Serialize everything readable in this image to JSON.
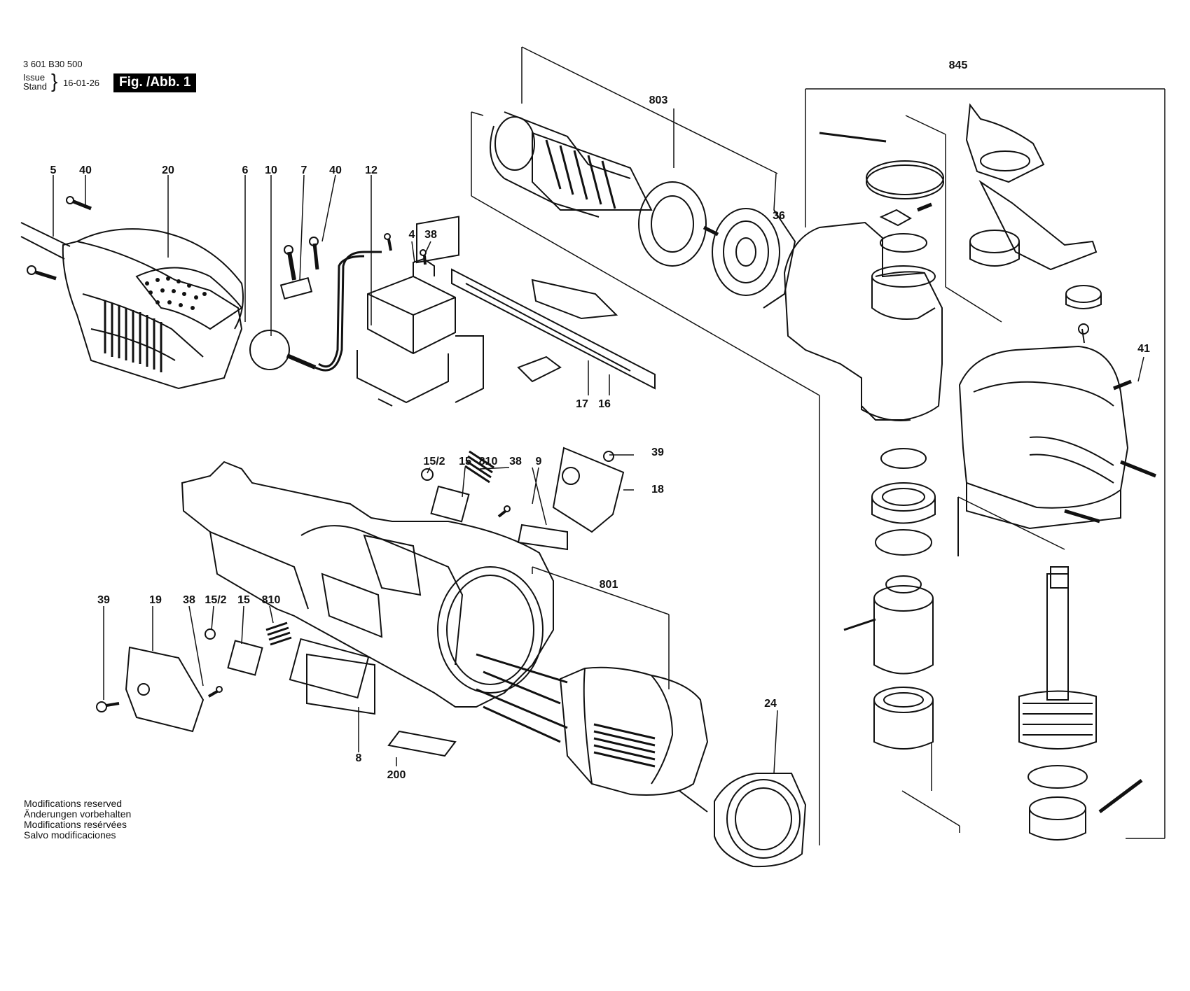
{
  "header": {
    "doc_number": "3 601 B30 500",
    "issue_word": "Issue",
    "stand_word": "Stand",
    "date": "16-01-26",
    "figure": "Fig. /Abb. 1"
  },
  "notes": [
    "Modifications reserved",
    "Änderungen vorbehalten",
    "Modifications resérvées",
    "Salvo modificaciones"
  ],
  "callouts": {
    "p5": "5",
    "p40a": "40",
    "p20": "20",
    "p6": "6",
    "p10": "10",
    "p7": "7",
    "p40b": "40",
    "p12": "12",
    "p4": "4",
    "p38a": "38",
    "p803": "803",
    "p36": "36",
    "p845": "845",
    "p41": "41",
    "p17": "17",
    "p16": "16",
    "p15_2a": "15/2",
    "p15a": "15",
    "p810a": "810",
    "p38b": "38",
    "p9": "9",
    "p39a": "39",
    "p18": "18",
    "p801": "801",
    "p39b": "39",
    "p19": "19",
    "p38c": "38",
    "p15_2b": "15/2",
    "p15b": "15",
    "p810b": "810",
    "p24": "24",
    "p8": "8",
    "p200": "200"
  }
}
